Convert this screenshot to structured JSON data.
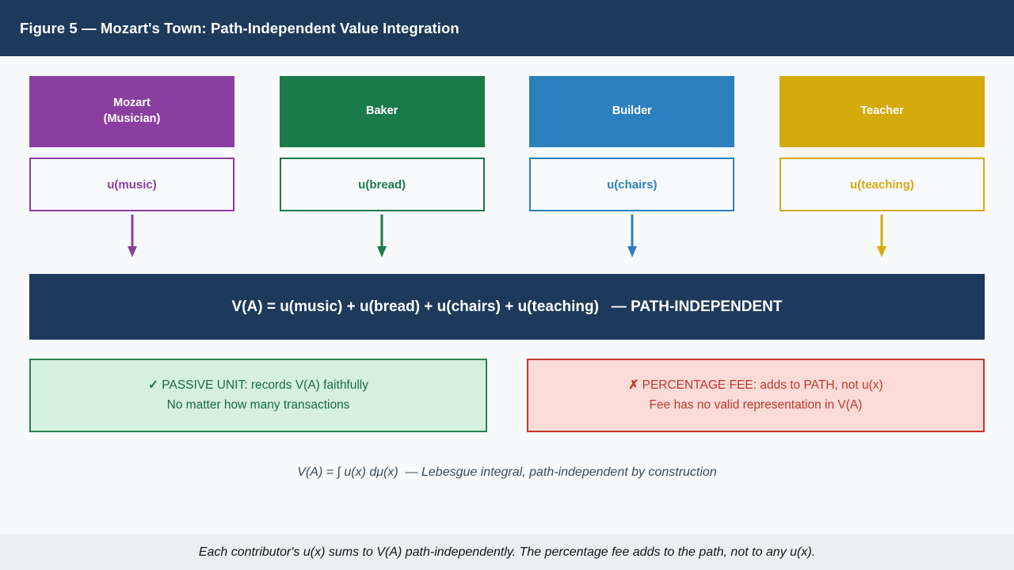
{
  "header": {
    "title": "Figure 5 — Mozart's Town: Path-Independent Value Integration",
    "background_color": "#1d3a5c",
    "text_color": "#ffffff"
  },
  "columns": [
    {
      "role_label": "Mozart\n(Musician)",
      "utility_label": "u(music)",
      "color": "#8a3fa0",
      "arrow_icon": "down-arrow-icon"
    },
    {
      "role_label": "Baker",
      "utility_label": "u(bread)",
      "color": "#1b7a4a",
      "arrow_icon": "down-arrow-icon"
    },
    {
      "role_label": "Builder",
      "utility_label": "u(chairs)",
      "color": "#2c80bd",
      "arrow_icon": "down-arrow-icon"
    },
    {
      "role_label": "Teacher",
      "utility_label": "u(teaching)",
      "color": "#d4aa0d",
      "arrow_icon": "down-arrow-icon"
    }
  ],
  "formula_bar": {
    "text": "V(A) = u(music) + u(bread) + u(chairs) + u(teaching)   — PATH-INDEPENDENT",
    "background_color": "#1d3a5c",
    "text_color": "#ffffff"
  },
  "callouts": {
    "good": {
      "mark": "✓",
      "line1": " PASSIVE UNIT: records V(A) faithfully",
      "line2": "No matter how many transactions",
      "border_color": "#28834f",
      "background_color": "#d5f0dc",
      "text_color": "#1b6b42"
    },
    "bad": {
      "mark": "✗",
      "line1": " PERCENTAGE FEE: adds to PATH, not u(x)",
      "line2": "Fee has no valid representation in V(A)",
      "border_color": "#c0392b",
      "background_color": "#fadbd8",
      "text_color": "#c0392b"
    }
  },
  "integral_note": {
    "text": "V(A) = ∫ u(x) dμ(x)  — Lebesgue integral, path-independent by construction"
  },
  "footer": {
    "text": "Each contributor's u(x) sums to V(A) path-independently. The percentage fee adds to the path, not to any u(x).",
    "background_color": "#eceff0"
  }
}
